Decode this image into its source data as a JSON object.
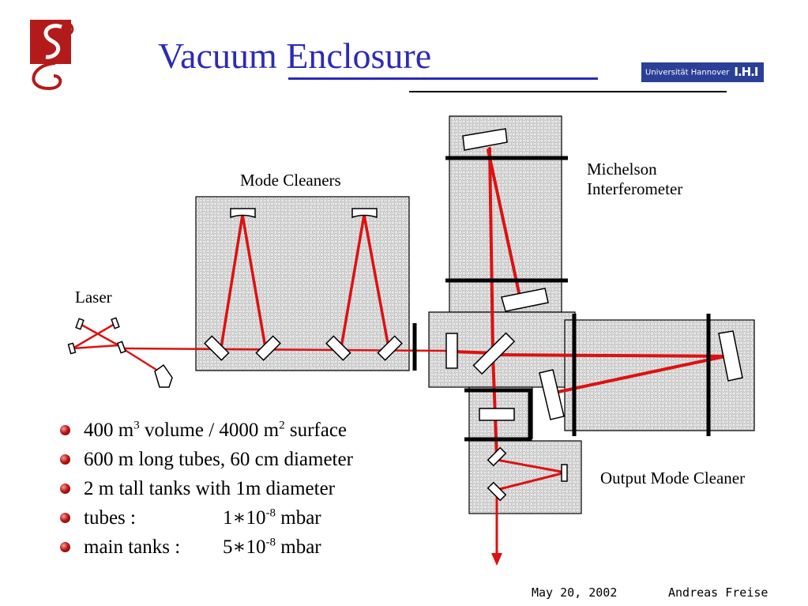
{
  "title": "Vacuum Enclosure",
  "university": {
    "name": "Universität Hannover",
    "mark": "I.H.I"
  },
  "labels": {
    "mode_cleaners": "Mode Cleaners",
    "michelson_line1": "Michelson",
    "michelson_line2": "Interferometer",
    "laser": "Laser",
    "output_mode_cleaner": "Output Mode Cleaner"
  },
  "bullets": [
    {
      "a": "400 m",
      "b": "3",
      "c": " volume / 4000 m",
      "d": "2",
      "e": " surface"
    },
    {
      "text": "600 m long tubes, 60 cm diameter"
    },
    {
      "text": "2 m tall tanks with 1m diameter"
    },
    {
      "label": "tubes :",
      "value": "1∗10",
      "exp": "-8",
      "unit": " mbar"
    },
    {
      "label": "main tanks :",
      "value": "5∗10",
      "exp": "-8",
      "unit": " mbar"
    }
  ],
  "footer": {
    "date": "May 20, 2002",
    "author": "Andreas Freise"
  },
  "colors": {
    "beam": "#dd1111",
    "title": "#2b2bb8",
    "logo_bg": "#2a3f96",
    "logo_red": "#b31b1b",
    "tank_fill": "#e6e6e6"
  }
}
